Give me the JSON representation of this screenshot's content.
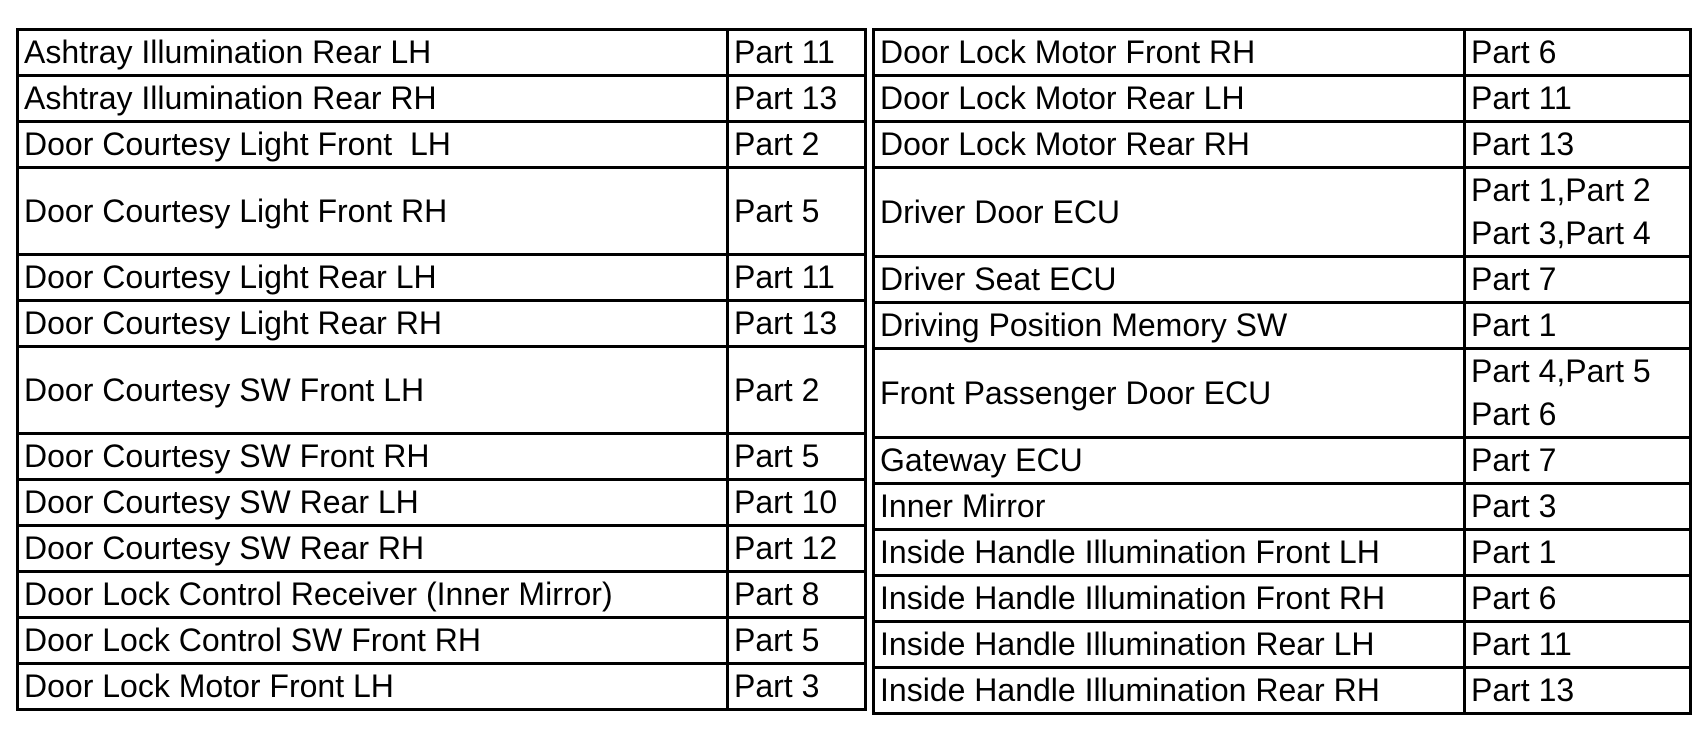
{
  "left_table": [
    {
      "component": "Ashtray Illumination Rear LH",
      "part": "Part 11"
    },
    {
      "component": "Ashtray Illumination Rear RH",
      "part": "Part 13"
    },
    {
      "component": "Door Courtesy Light Front  LH",
      "part": "Part 2"
    },
    {
      "component": "Door Courtesy Light Front RH",
      "part": "Part 5"
    },
    {
      "component": "Door Courtesy Light Rear LH",
      "part": "Part 11"
    },
    {
      "component": "Door Courtesy Light Rear RH",
      "part": "Part 13"
    },
    {
      "component": "Door Courtesy SW Front LH",
      "part": "Part 2"
    },
    {
      "component": "Door Courtesy SW Front RH",
      "part": "Part 5"
    },
    {
      "component": "Door Courtesy SW Rear LH",
      "part": "Part 10"
    },
    {
      "component": "Door Courtesy SW Rear RH",
      "part": "Part 12"
    },
    {
      "component": "Door Lock Control Receiver (Inner Mirror)",
      "part": "Part 8"
    },
    {
      "component": "Door Lock Control SW Front RH",
      "part": "Part 5"
    },
    {
      "component": "Door Lock Motor Front LH",
      "part": "Part 3"
    }
  ],
  "right_table": [
    {
      "component": "Door Lock Motor Front RH",
      "part": "Part 6"
    },
    {
      "component": "Door Lock Motor Rear LH",
      "part": "Part 11"
    },
    {
      "component": "Door Lock Motor Rear RH",
      "part": "Part 13"
    },
    {
      "component": "Driver Door ECU",
      "part": "Part 1,Part 2\nPart 3,Part 4"
    },
    {
      "component": "Driver Seat ECU",
      "part": "Part 7"
    },
    {
      "component": "Driving Position Memory SW",
      "part": "Part 1"
    },
    {
      "component": "Front Passenger Door ECU",
      "part": "Part 4,Part 5\nPart 6"
    },
    {
      "component": "Gateway ECU",
      "part": "Part 7"
    },
    {
      "component": "Inner Mirror",
      "part": "Part 3"
    },
    {
      "component": "Inside Handle Illumination Front LH",
      "part": "Part 1"
    },
    {
      "component": "Inside Handle Illumination Front RH",
      "part": "Part 6"
    },
    {
      "component": "Inside Handle Illumination Rear LH",
      "part": "Part 11"
    },
    {
      "component": "Inside Handle Illumination Rear RH",
      "part": "Part 13"
    }
  ]
}
